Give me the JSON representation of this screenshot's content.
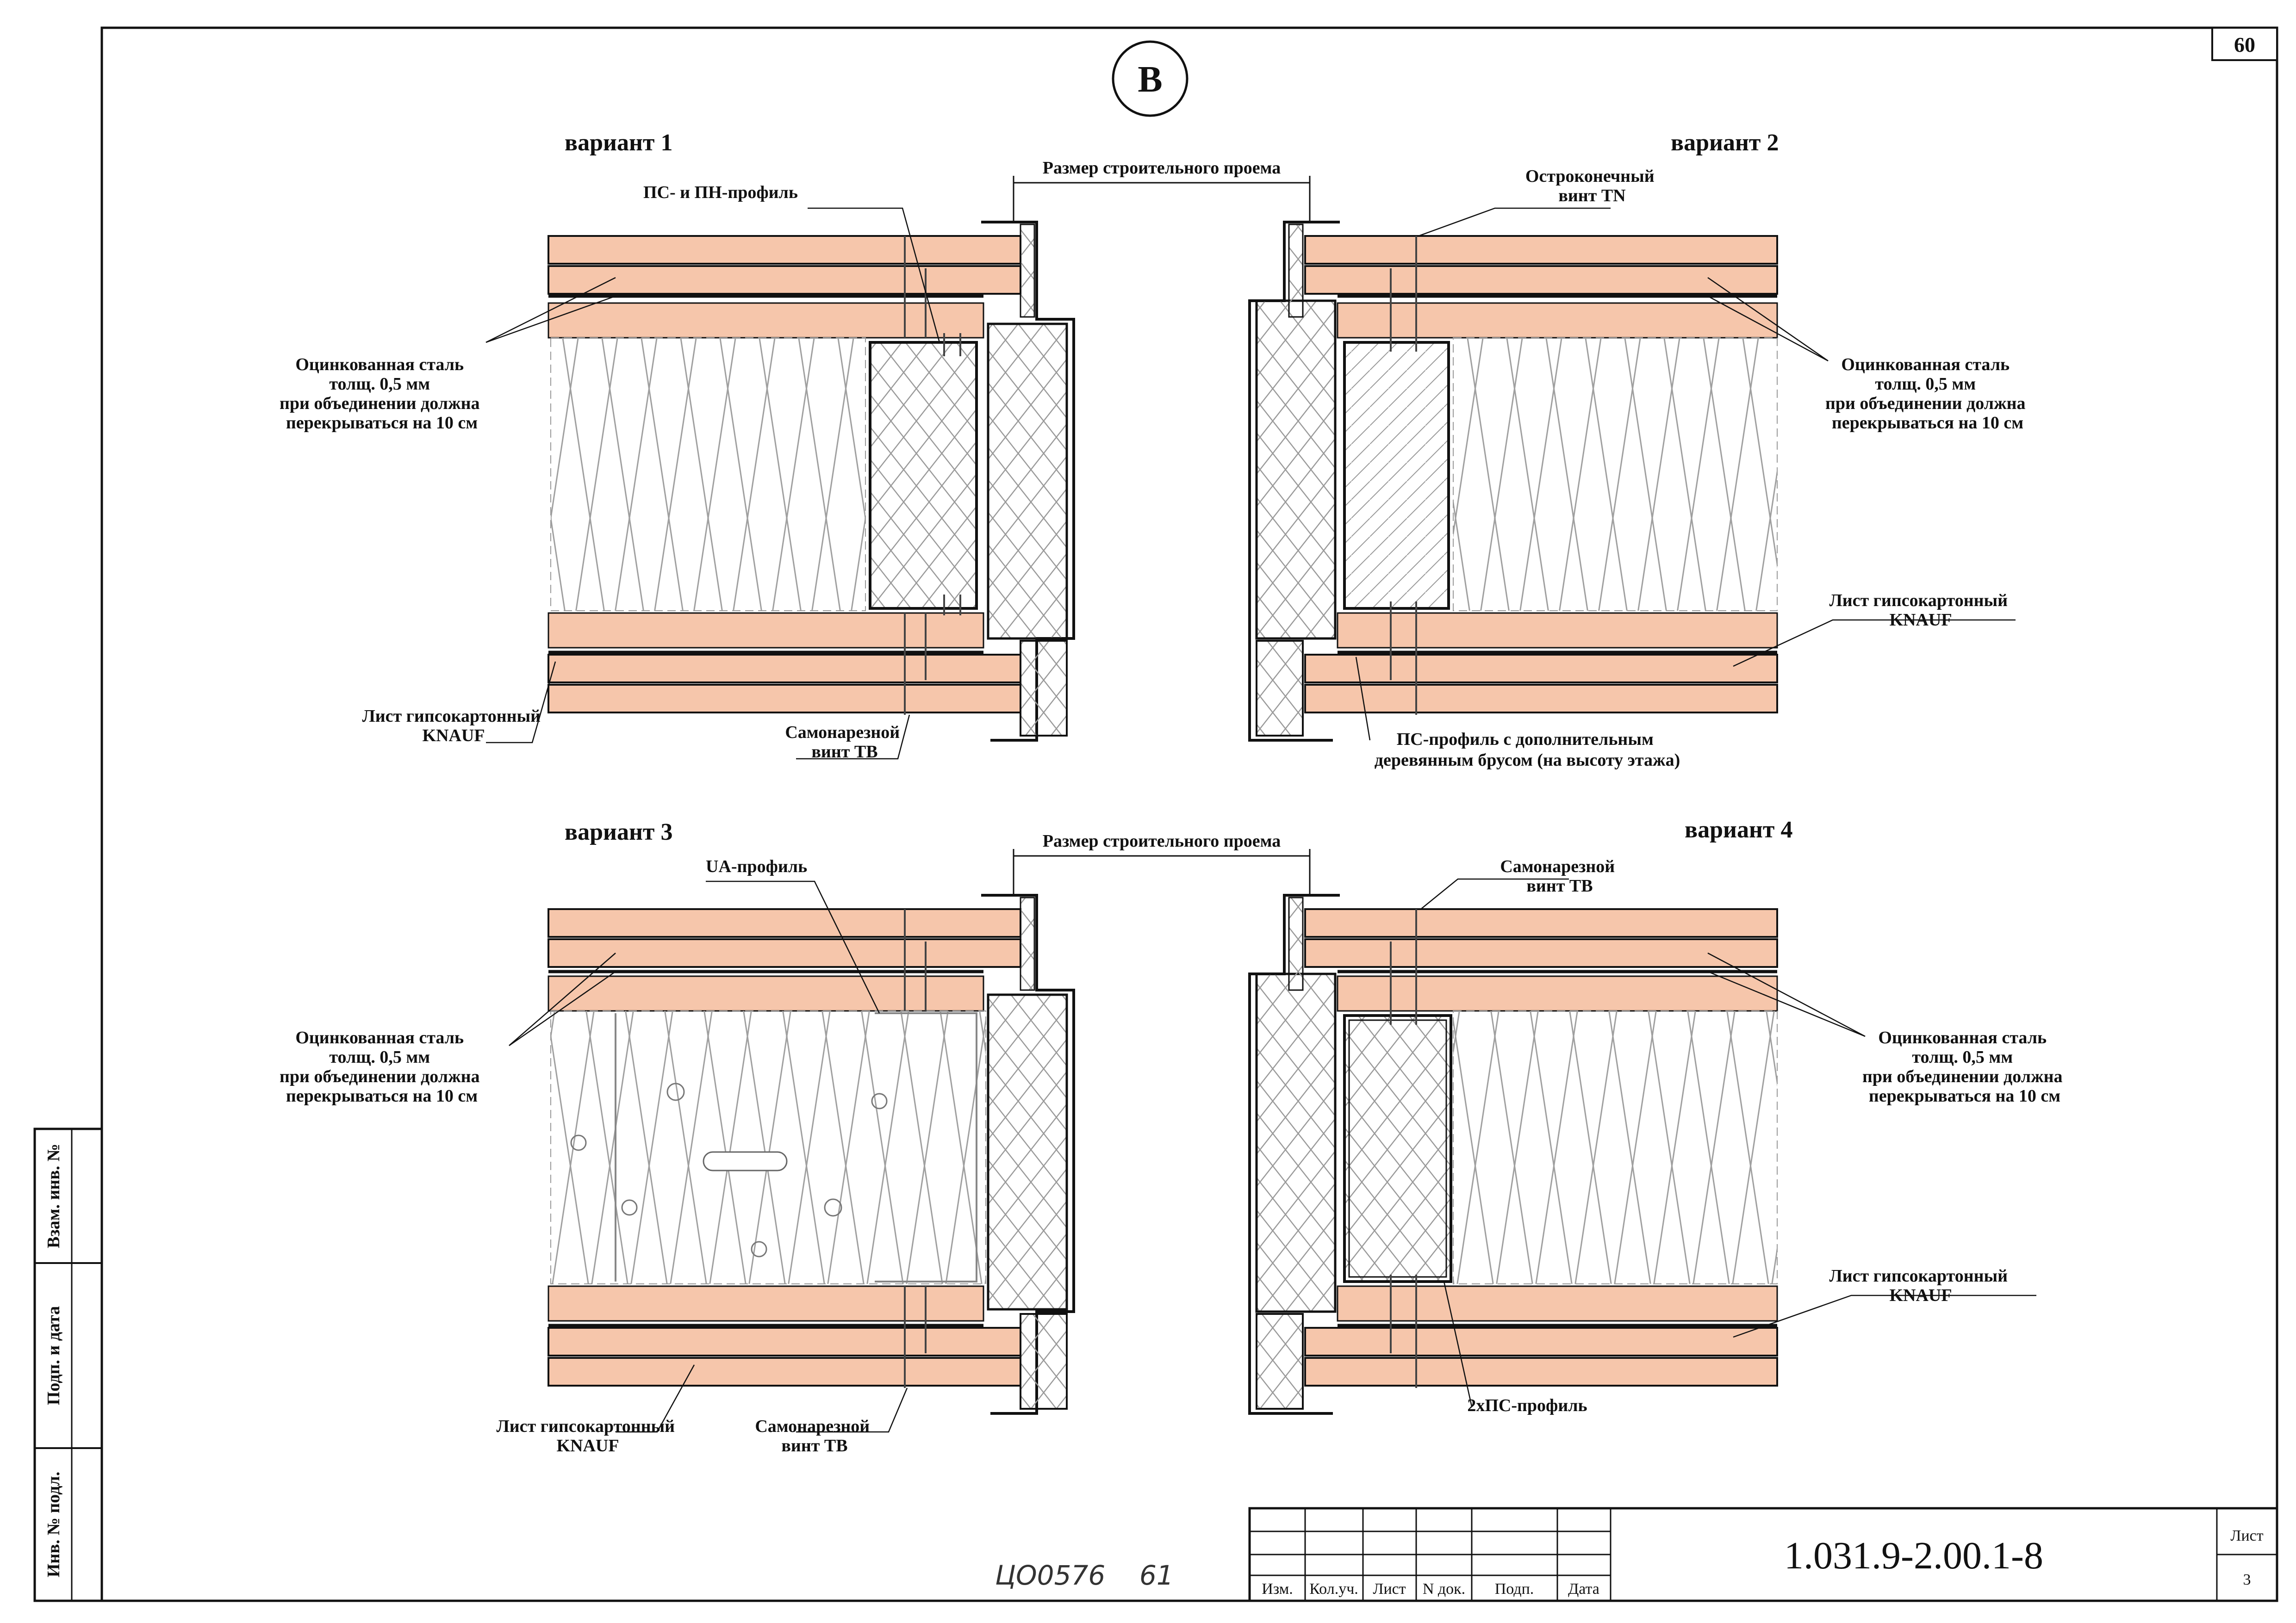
{
  "sheet_number": "60",
  "section_marker": "B",
  "variants": {
    "v1": {
      "title": "вариант 1",
      "labels": {
        "opening": "Размер строительного проема",
        "profile": "ПС- и ПН-профиль",
        "steel": [
          "Оцинкованная сталь",
          "толщ. 0,5 мм",
          "при объединении должна",
          "перекрываться на 10 см"
        ],
        "board": [
          "Лист гипсокартонный",
          "KNAUF"
        ],
        "screw": [
          "Самонарезной",
          "винт TB"
        ]
      }
    },
    "v2": {
      "title": "вариант 2",
      "labels": {
        "screw": [
          "Остроконечный",
          "винт TN"
        ],
        "steel": [
          "Оцинкованная сталь",
          "толщ. 0,5 мм",
          "при объединении должна",
          "перекрываться на 10 см"
        ],
        "board": [
          "Лист гипсокартонный",
          "KNAUF"
        ],
        "profile": [
          "ПС-профиль с дополнительным",
          "деревянным брусом (на высоту этажа)"
        ]
      }
    },
    "v3": {
      "title": "вариант 3",
      "labels": {
        "opening": "Размер строительного проема",
        "profile": "UA-профиль",
        "steel": [
          "Оцинкованная сталь",
          "толщ. 0,5 мм",
          "при объединении должна",
          "перекрываться на 10 см"
        ],
        "board": [
          "Лист гипсокартонный",
          "KNAUF"
        ],
        "screw": [
          "Самонарезной",
          "винт TB"
        ]
      }
    },
    "v4": {
      "title": "вариант 4",
      "labels": {
        "screw": [
          "Самонарезной",
          "винт TB"
        ],
        "steel": [
          "Оцинкованная сталь",
          "толщ. 0,5 мм",
          "при объединении должна",
          "перекрываться на 10 см"
        ],
        "board": [
          "Лист гипсокартонный",
          "KNAUF"
        ],
        "profile": "2хПС-профиль"
      }
    }
  },
  "side_stamp": {
    "field1": "Взам. инв. №",
    "field2": "Подп. и дата",
    "field3": "Инв. № подл."
  },
  "title_block": {
    "designation": "1.031.9-2.00.1-8",
    "sheet_label": "Лист",
    "sheet_value": "3",
    "columns": [
      "Изм.",
      "Кол.уч.",
      "Лист",
      "N док.",
      "Подп.",
      "Дата"
    ]
  },
  "handwritten_note": "ЦО0576    61",
  "colors": {
    "board": "#f6c6ab",
    "line": "#111111",
    "insulation": "#9a9a9a"
  }
}
